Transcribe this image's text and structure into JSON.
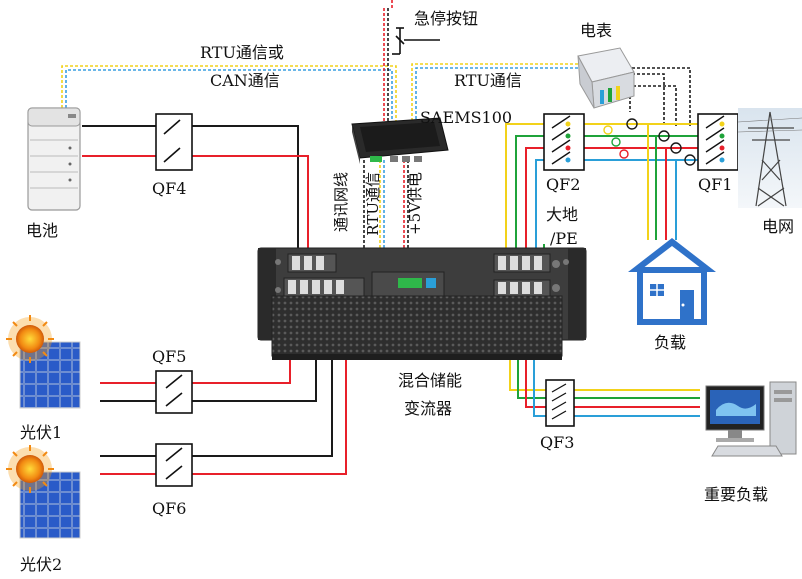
{
  "labels": {
    "estop": "急停按钮",
    "meter": "电表",
    "rtu_can_line1": "RTU通信或",
    "rtu_can_line2": "CAN通信",
    "rtu_meter": "RTU通信",
    "saems": "SAEMS100",
    "battery": "电池",
    "qf1": "QF1",
    "qf2": "QF2",
    "qf3": "QF3",
    "qf4": "QF4",
    "qf5": "QF5",
    "qf6": "QF6",
    "grid": "电网",
    "ground1": "大地",
    "ground2": "/PE",
    "load": "负载",
    "important_load": "重要负载",
    "pv1": "光伏1",
    "pv2": "光伏2",
    "converter1": "混合储能",
    "converter2": "变流器",
    "v_comm_net": "通讯网线",
    "v_rtu": "RTU通信",
    "v_power": "+5V供电"
  },
  "colors": {
    "dc_pos": "#e8202a",
    "dc_neg": "#1a1a1a",
    "ac_yellow": "#f2d21a",
    "ac_green": "#1fa33a",
    "ac_red": "#e8202a",
    "ac_blue": "#2a9fd8",
    "comm_yellow": "#f2d21a",
    "comm_blue": "#3a9fe0",
    "house": "#2f72c9",
    "inverter_body": "#3d3d3d"
  },
  "icons": {
    "battery": "battery-cabinet-icon",
    "pv": "solar-panel-icon",
    "sun": "sun-icon",
    "grid": "power-tower-icon",
    "house": "house-icon",
    "computer": "computer-icon",
    "meter": "energy-meter-icon",
    "controller": "ems-controller-icon",
    "estop": "emergency-stop-switch-icon"
  }
}
